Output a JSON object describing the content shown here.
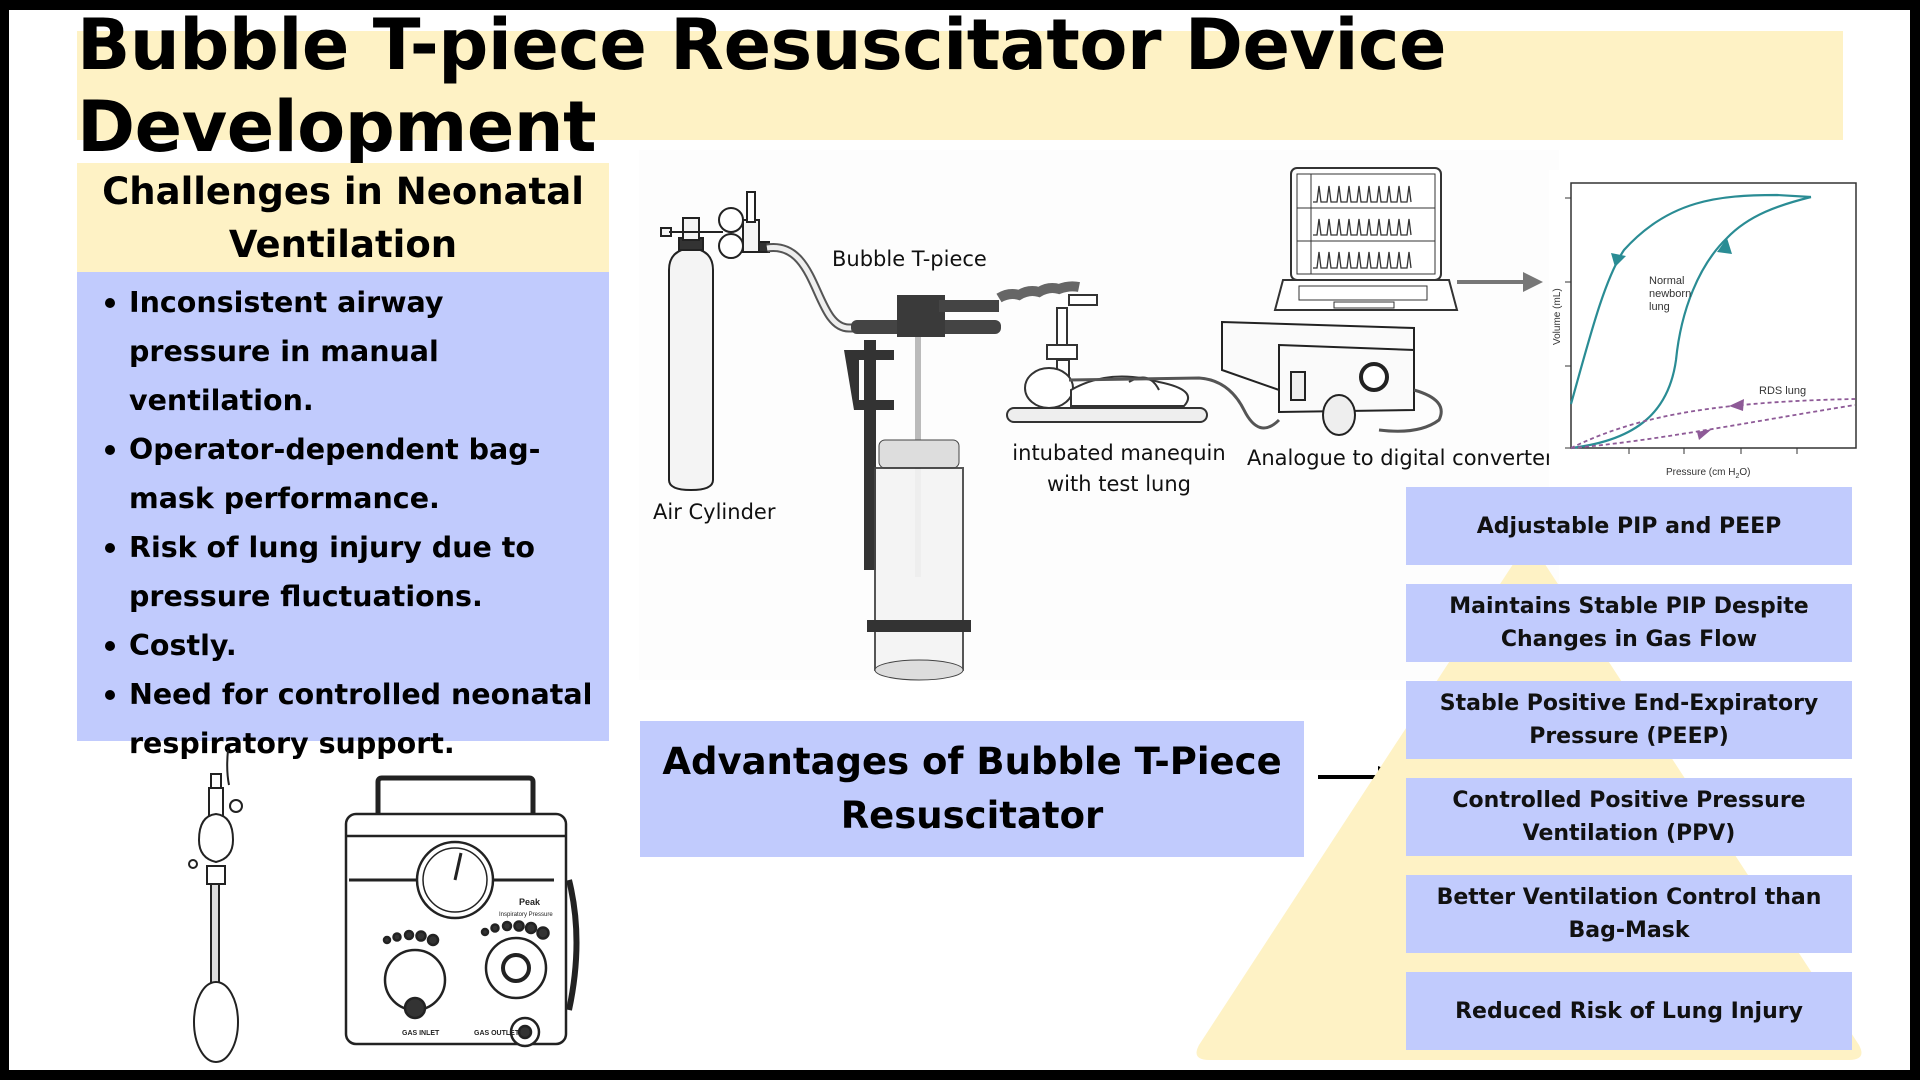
{
  "title": "Bubble T-piece Resuscitator Device Development",
  "challenges": {
    "heading_line1": "Challenges in Neonatal",
    "heading_line2": "Ventilation",
    "items": [
      "Inconsistent airway pressure in manual ventilation.",
      "Operator-dependent bag-mask performance.",
      "Risk of lung injury due to pressure fluctuations.",
      "Costly.",
      "Need for controlled neonatal respiratory support."
    ]
  },
  "setup_diagram": {
    "labels": {
      "air_cylinder": "Air Cylinder",
      "bubble_t_piece": "Bubble T-piece",
      "manequin_line1": "intubated manequin",
      "manequin_line2": "with test lung",
      "converter": "Analogue to digital converter"
    }
  },
  "pv_chart": {
    "ylabel": "Volume (mL)",
    "xlabel_prefix": "Pressure (cm H",
    "xlabel_sub": "2",
    "xlabel_suffix": "O)",
    "normal_label_lines": [
      "Normal",
      "newborn",
      "lung"
    ],
    "rds_label": "RDS lung",
    "colors": {
      "normal": "#2A8C94",
      "rds": "#8E5A97"
    }
  },
  "bottom_devices": {
    "gauge_label_1": "Peak",
    "gauge_label_2": "Inspiratory Pressure",
    "gas_inlet": "GAS INLET",
    "gas_outlet": "GAS OUTLET"
  },
  "advantages": {
    "heading_line1": "Advantages of Bubble T-Piece",
    "heading_line2": "Resuscitator",
    "items": [
      {
        "line1": "Adjustable PIP and PEEP",
        "line2": ""
      },
      {
        "line1": "Maintains Stable PIP Despite",
        "line2": "Changes in Gas Flow"
      },
      {
        "line1": "Stable Positive End-Expiratory",
        "line2": "Pressure (PEEP)"
      },
      {
        "line1": "Controlled Positive Pressure",
        "line2": "Ventilation (PPV)"
      },
      {
        "line1": "Better Ventilation Control than",
        "line2": "Bag-Mask"
      },
      {
        "line1": "Reduced Risk of Lung Injury",
        "line2": ""
      }
    ]
  },
  "colors": {
    "header_yellow": "#FEF2C5",
    "box_blue": "#C1CBFD",
    "frame": "#000000"
  }
}
